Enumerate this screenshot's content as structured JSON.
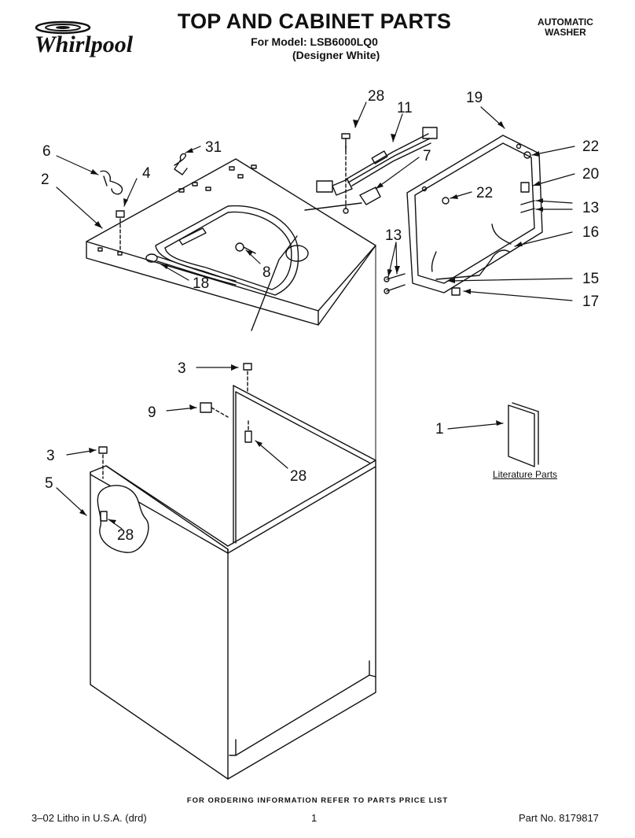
{
  "header": {
    "brand": "Whirlpool",
    "title": "TOP AND CABINET PARTS",
    "model_line": "For Model: LSB6000LQ0",
    "variant": "(Designer White)",
    "product_type_line1": "AUTOMATIC",
    "product_type_line2": "WASHER"
  },
  "callouts": {
    "c28a": "28",
    "c11": "11",
    "c19": "19",
    "c6": "6",
    "c31": "31",
    "c7": "7",
    "c22a": "22",
    "c4": "4",
    "c2": "2",
    "c22b": "22",
    "c20": "20",
    "c13a": "13",
    "c13b": "13",
    "c16": "16",
    "c8": "8",
    "c18": "18",
    "c15": "15",
    "c17": "17",
    "c3a": "3",
    "c9": "9",
    "c1": "1",
    "c3b": "3",
    "c28b": "28",
    "c5": "5",
    "c28c": "28"
  },
  "literature_label": "Literature Parts",
  "footer": {
    "ordering_note": "FOR ORDERING INFORMATION REFER TO PARTS PRICE LIST",
    "litho": "3–02 Litho in U.S.A. (drd)",
    "page": "1",
    "part_no": "Part No. 8179817"
  }
}
